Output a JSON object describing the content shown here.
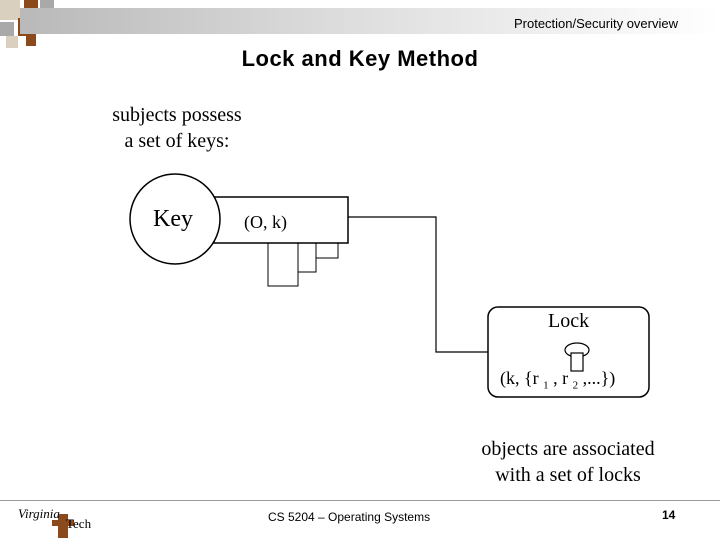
{
  "header": {
    "section": "Protection/Security overview"
  },
  "slide": {
    "title": "Lock and Key Method",
    "subjects_line1": "subjects possess",
    "subjects_line2": "a set of keys:",
    "objects_line1": "objects are associated",
    "objects_line2": "with a set of locks"
  },
  "diagram": {
    "key_label": "Key",
    "key_tuple": "(O, k)",
    "lock_label": "Lock",
    "lock_tuple_prefix": "(k, {r",
    "lock_tuple_sub1": "1",
    "lock_tuple_sep": ", r",
    "lock_tuple_sub2": "2",
    "lock_tuple_suffix": ",...})"
  },
  "footer": {
    "course": "CS 5204 – Operating Systems",
    "page": "14",
    "logo_virginia": "Virginia",
    "logo_tech": "Tech"
  },
  "colors": {
    "accent_square": "#8b4a1c",
    "light_square": "#d9d0c0",
    "gray_square": "#a9a9a9"
  }
}
